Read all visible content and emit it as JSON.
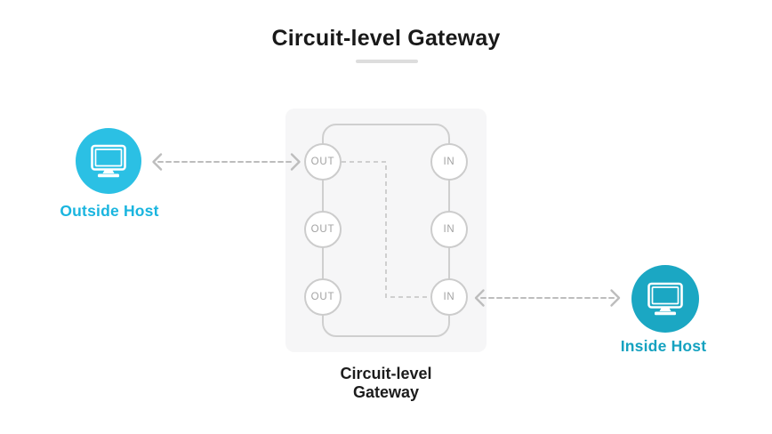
{
  "title": "Circuit-level Gateway",
  "hosts": {
    "outside": {
      "label": "Outside Host",
      "color": "#2BC0E4"
    },
    "inside": {
      "label": "Inside Host",
      "color": "#1BA7C3"
    }
  },
  "gateway": {
    "caption_line1": "Circuit-level",
    "caption_line2": "Gateway",
    "ports": {
      "out": [
        "OUT",
        "OUT",
        "OUT"
      ],
      "in": [
        "IN",
        "IN",
        "IN"
      ]
    }
  },
  "icons": {
    "outside_host": "monitor-icon",
    "inside_host": "monitor-icon"
  },
  "colors": {
    "box_background": "#F6F6F7",
    "wire": "#CFCFCF",
    "session_path": "#CFCFCF",
    "arrow": "#BDBDBD",
    "port_circle_border": "#CCCCCC",
    "port_label": "#A3A3A3",
    "title_text": "#191919",
    "title_underline": "#DDDDDD"
  }
}
